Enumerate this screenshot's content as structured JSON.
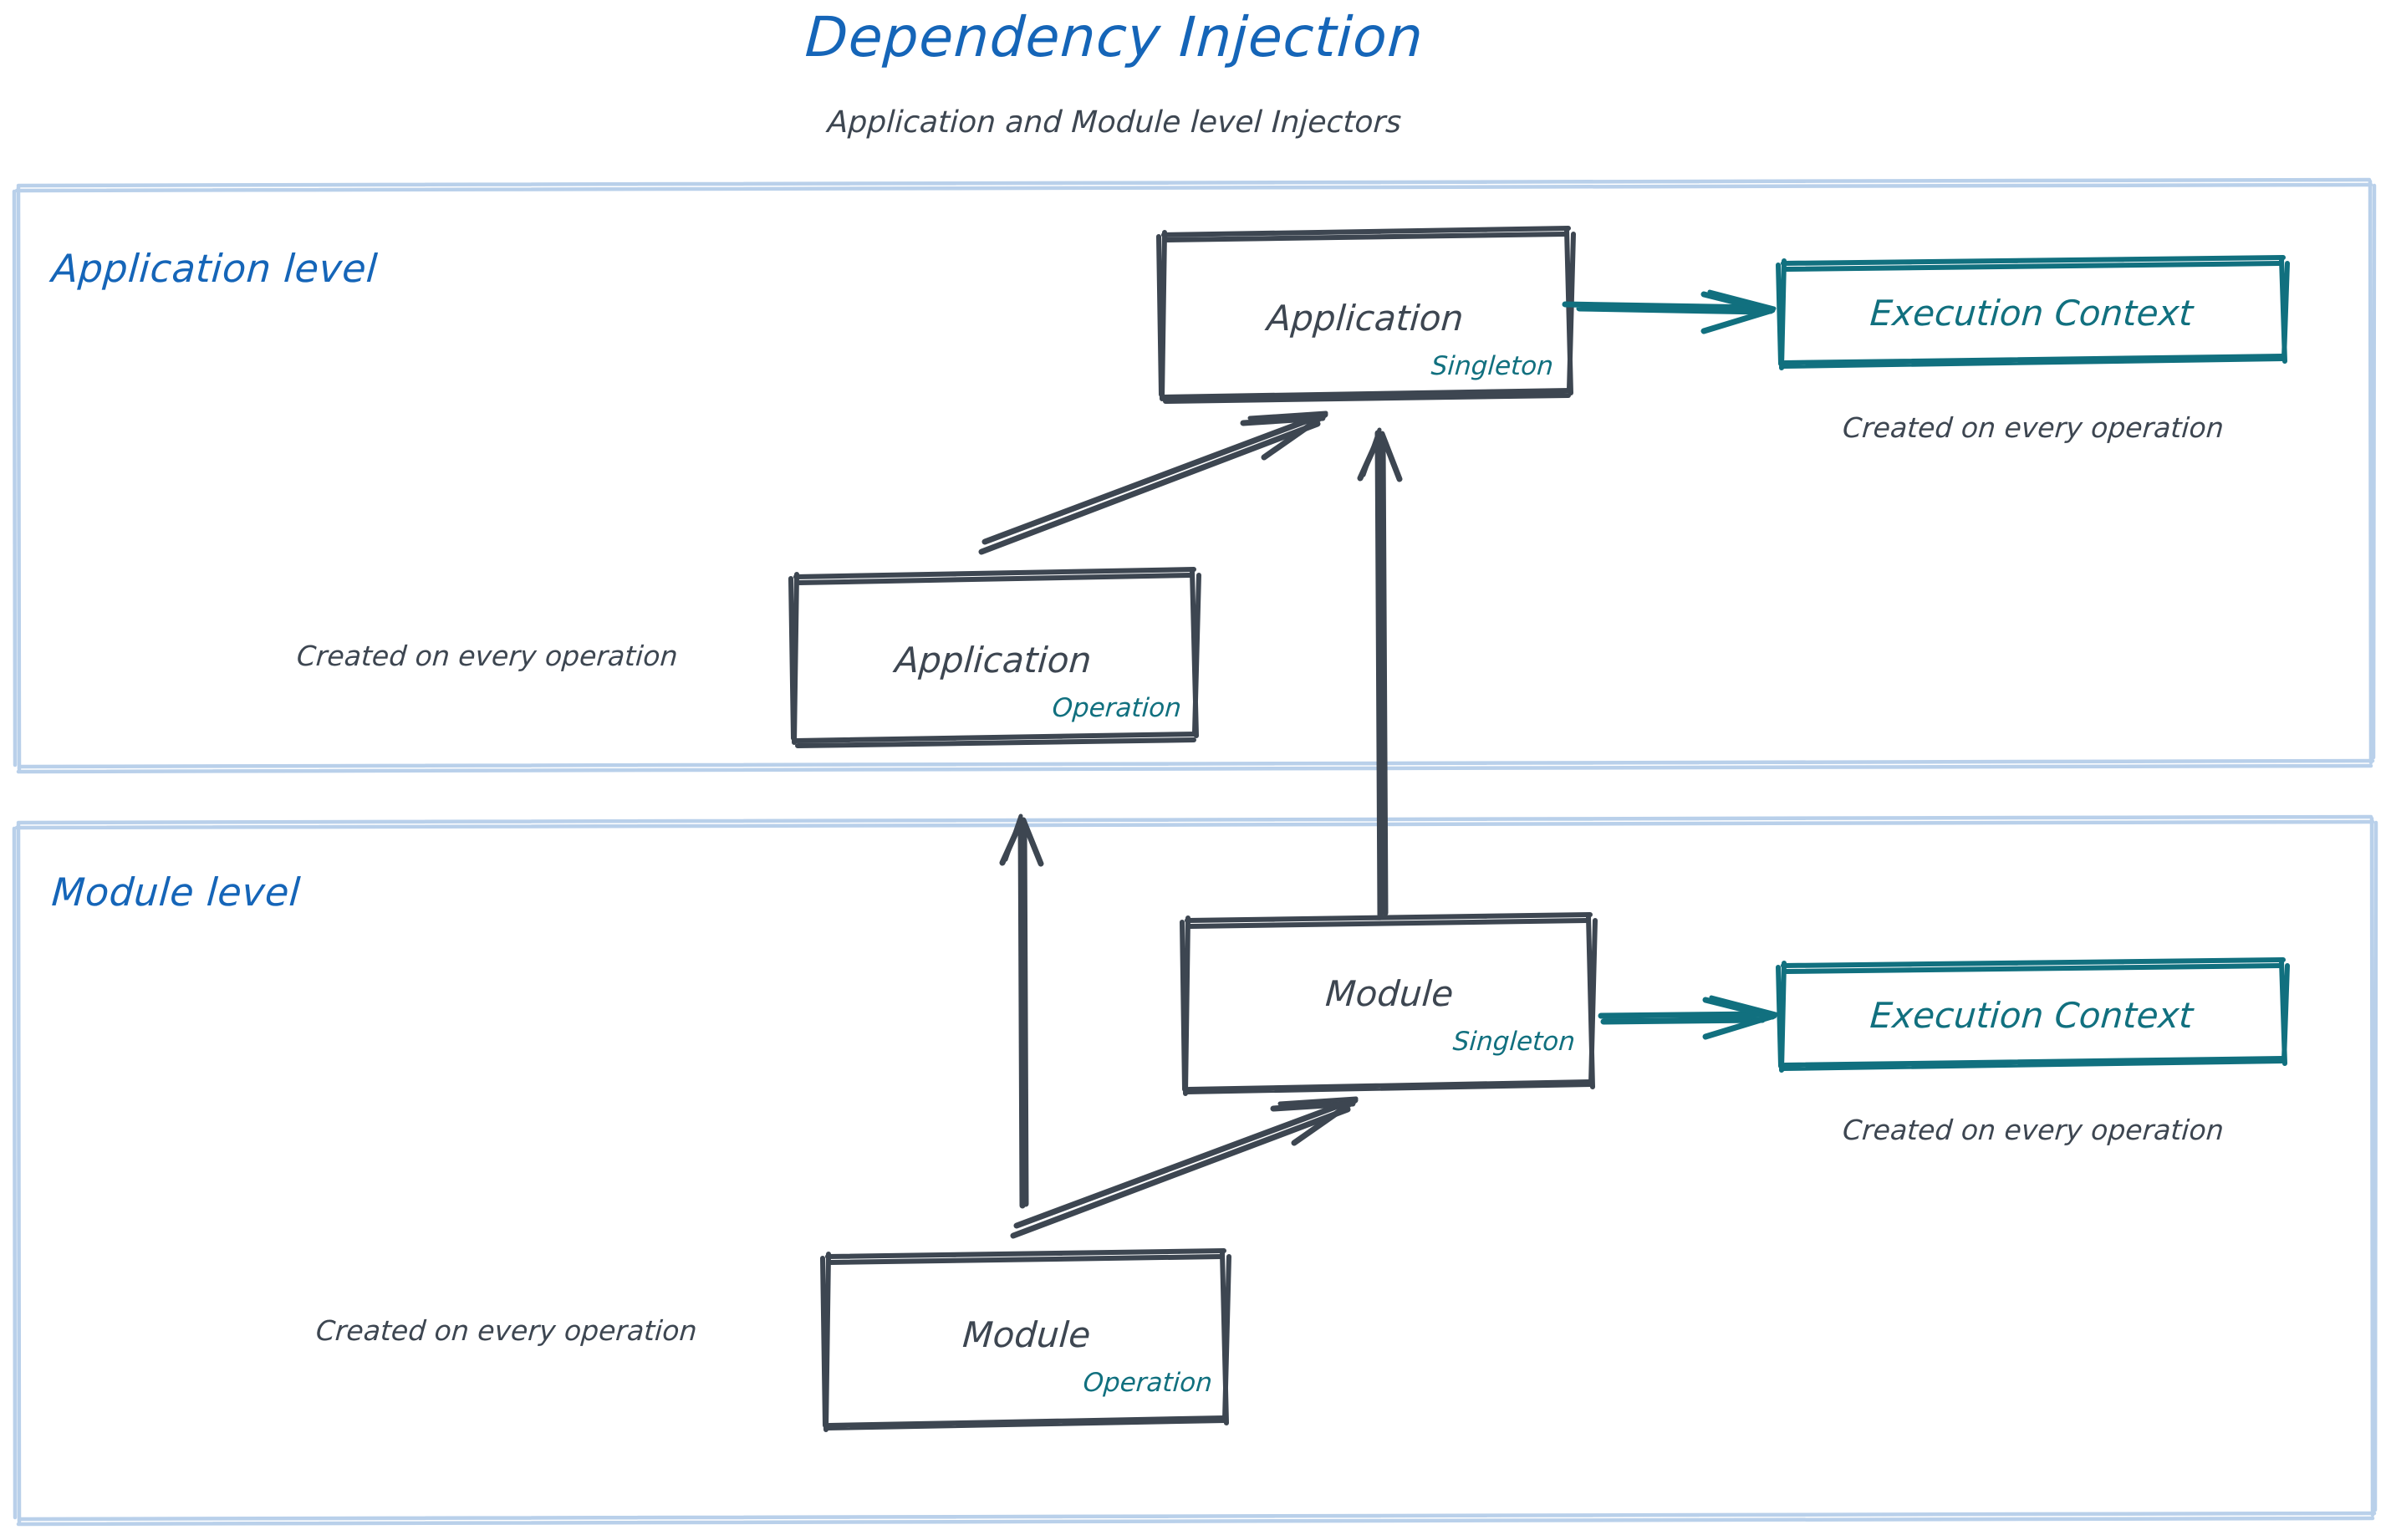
{
  "header": {
    "title": "Dependency Injection",
    "subtitle": "Application and Module level Injectors"
  },
  "colors": {
    "title_blue": "#1565b8",
    "level_blue": "#1565b8",
    "container_border": "#b9d0ea",
    "node_stroke": "#3d4651",
    "node_text": "#3d4651",
    "teal": "#11707f",
    "background": "#ffffff"
  },
  "containers": [
    {
      "id": "application-level",
      "label": "Application level"
    },
    {
      "id": "module-level",
      "label": "Module level"
    }
  ],
  "nodes": [
    {
      "id": "application-singleton",
      "title": "Application",
      "scope": "Singleton",
      "style": "slate"
    },
    {
      "id": "application-operation",
      "title": "Application",
      "scope": "Operation",
      "style": "slate"
    },
    {
      "id": "execution-context-application",
      "title": "Execution Context",
      "scope": "",
      "style": "teal"
    },
    {
      "id": "module-singleton",
      "title": "Module",
      "scope": "Singleton",
      "style": "slate"
    },
    {
      "id": "module-operation",
      "title": "Module",
      "scope": "Operation",
      "style": "slate"
    },
    {
      "id": "execution-context-module",
      "title": "Execution Context",
      "scope": "",
      "style": "teal"
    }
  ],
  "captions": {
    "application_operation": "Created on every operation",
    "execution_context_application": "Created on every operation",
    "module_operation": "Created on every operation",
    "execution_context_module": "Created on every operation"
  },
  "edges": [
    {
      "id": "app-singleton-to-exec-context",
      "from": "application-singleton",
      "to": "execution-context-application",
      "color": "teal"
    },
    {
      "id": "app-operation-to-app-singleton",
      "from": "application-operation",
      "to": "application-singleton",
      "color": "slate"
    },
    {
      "id": "module-singleton-to-app-singleton",
      "from": "module-singleton",
      "to": "application-singleton",
      "color": "slate"
    },
    {
      "id": "module-operation-to-app-operation",
      "from": "module-operation",
      "to": "application-operation",
      "color": "slate"
    },
    {
      "id": "module-operation-to-module-singleton",
      "from": "module-operation",
      "to": "module-singleton",
      "color": "slate"
    },
    {
      "id": "module-singleton-to-exec-context",
      "from": "module-singleton",
      "to": "execution-context-module",
      "color": "teal"
    }
  ]
}
